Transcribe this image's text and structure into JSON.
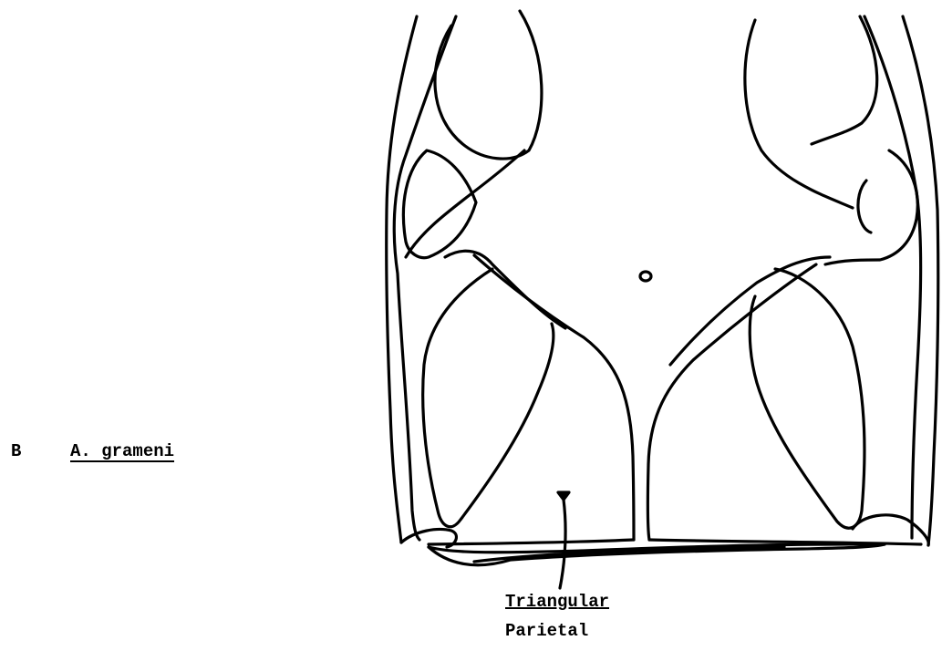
{
  "figure": {
    "panel_letter": "B",
    "species_label": "A. grameni"
  },
  "labels": {
    "callout_line1": "Triangular",
    "callout_line2": "Parietal"
  },
  "colors": {
    "ink": "#000000",
    "paper": "#ffffff"
  }
}
